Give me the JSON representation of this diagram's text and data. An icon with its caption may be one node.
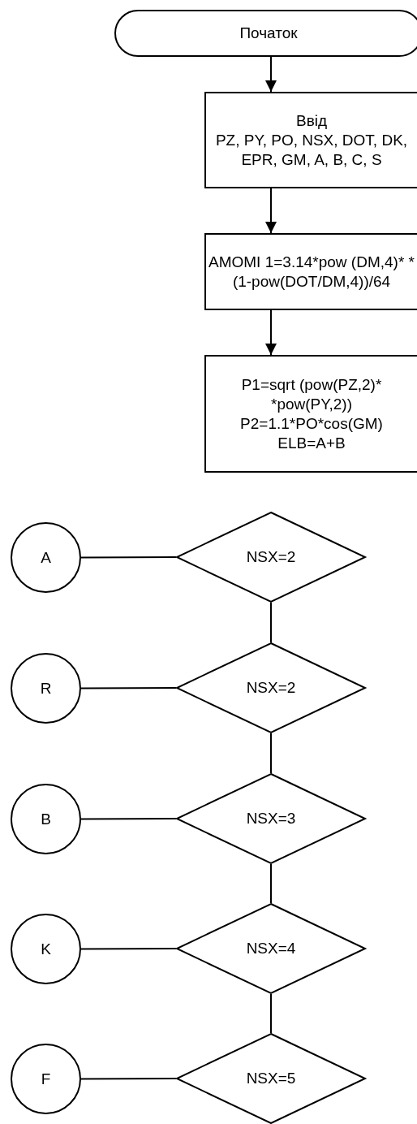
{
  "diagram": {
    "nodes": [
      {
        "text": [
          "Початок"
        ]
      },
      {
        "text": [
          "Ввід",
          "PZ, PY, PO, NSX, DOT, DK, EPR, GM, A, B, C, S"
        ]
      },
      {
        "text": [
          "AMOMI 1=3.14*pow (DM,4)* *(1-pow(DOT/DM,4))/64"
        ]
      },
      {
        "text": [
          "P1=sqrt (pow(PZ,2)* *pow(PY,2))",
          "P2=1.1*PO*cos(GM)",
          "ELB=A+B"
        ]
      },
      {
        "text": [
          "A"
        ]
      },
      {
        "text": [
          "NSX=2"
        ]
      },
      {
        "text": [
          "R"
        ]
      },
      {
        "text": [
          "NSX=2"
        ]
      },
      {
        "text": [
          "B"
        ]
      },
      {
        "text": [
          "NSX=3"
        ]
      },
      {
        "text": [
          "K"
        ]
      },
      {
        "text": [
          "NSX=4"
        ]
      },
      {
        "text": [
          "F"
        ]
      },
      {
        "text": [
          "NSX=5"
        ]
      }
    ],
    "edges": [
      {
        "from": 0,
        "to": 1,
        "arrow": "to"
      },
      {
        "from": 1,
        "to": 2,
        "arrow": "to"
      },
      {
        "from": 2,
        "to": 3,
        "arrow": "to"
      },
      {
        "from": 4,
        "to": 5,
        "arrow": "none"
      },
      {
        "from": 5,
        "to": 7,
        "arrow": "none"
      },
      {
        "from": 6,
        "to": 7,
        "arrow": "none"
      },
      {
        "from": 7,
        "to": 9,
        "arrow": "none"
      },
      {
        "from": 8,
        "to": 9,
        "arrow": "none"
      },
      {
        "from": 9,
        "to": 11,
        "arrow": "none"
      },
      {
        "from": 10,
        "to": 11,
        "arrow": "none"
      },
      {
        "from": 11,
        "to": 13,
        "arrow": "none"
      },
      {
        "from": 12,
        "to": 13,
        "arrow": "none"
      }
    ]
  }
}
